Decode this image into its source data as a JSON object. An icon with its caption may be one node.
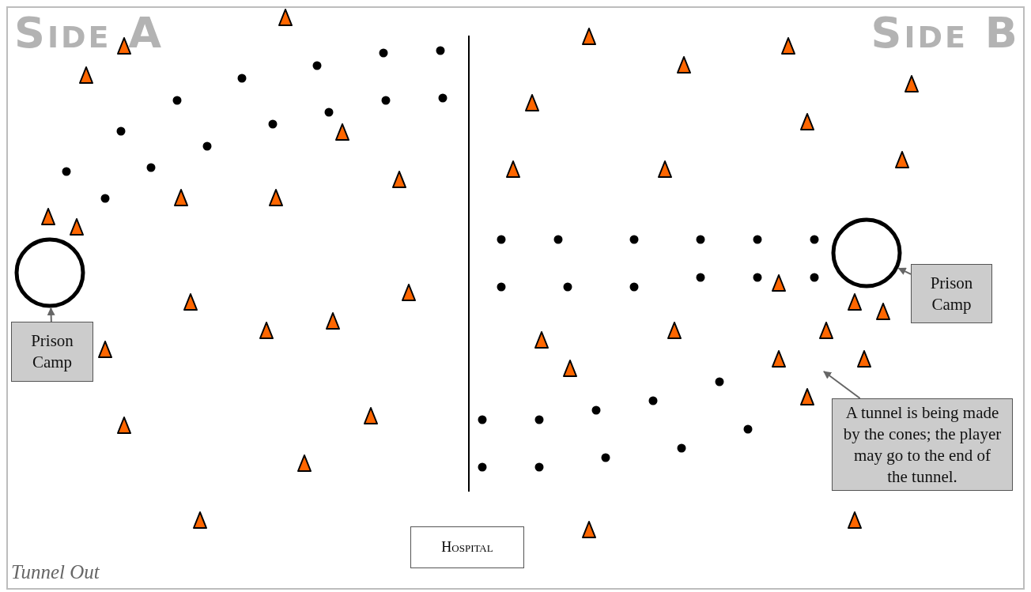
{
  "diagram": {
    "caption": "Tunnel Out",
    "nodes": [
      {
        "text": [],
        "shape": "circle"
      },
      {
        "text": [
          "Prison Camp"
        ]
      },
      {
        "text": [],
        "shape": "circle"
      },
      {
        "text": [
          "Prison Camp"
        ]
      },
      {
        "text": [
          "A tunnel is being made by the cones; the player may go  to the end of the tunnel."
        ]
      },
      {
        "text": [
          "Hospital"
        ]
      }
    ],
    "edges": [
      {
        "from": 1,
        "to": 0,
        "arrow": "to"
      },
      {
        "from": 3,
        "to": 2,
        "arrow": "to"
      },
      {
        "from": 4,
        "to": null,
        "arrow": "to"
      }
    ],
    "labels": [
      "Side A",
      "Side B"
    ]
  }
}
